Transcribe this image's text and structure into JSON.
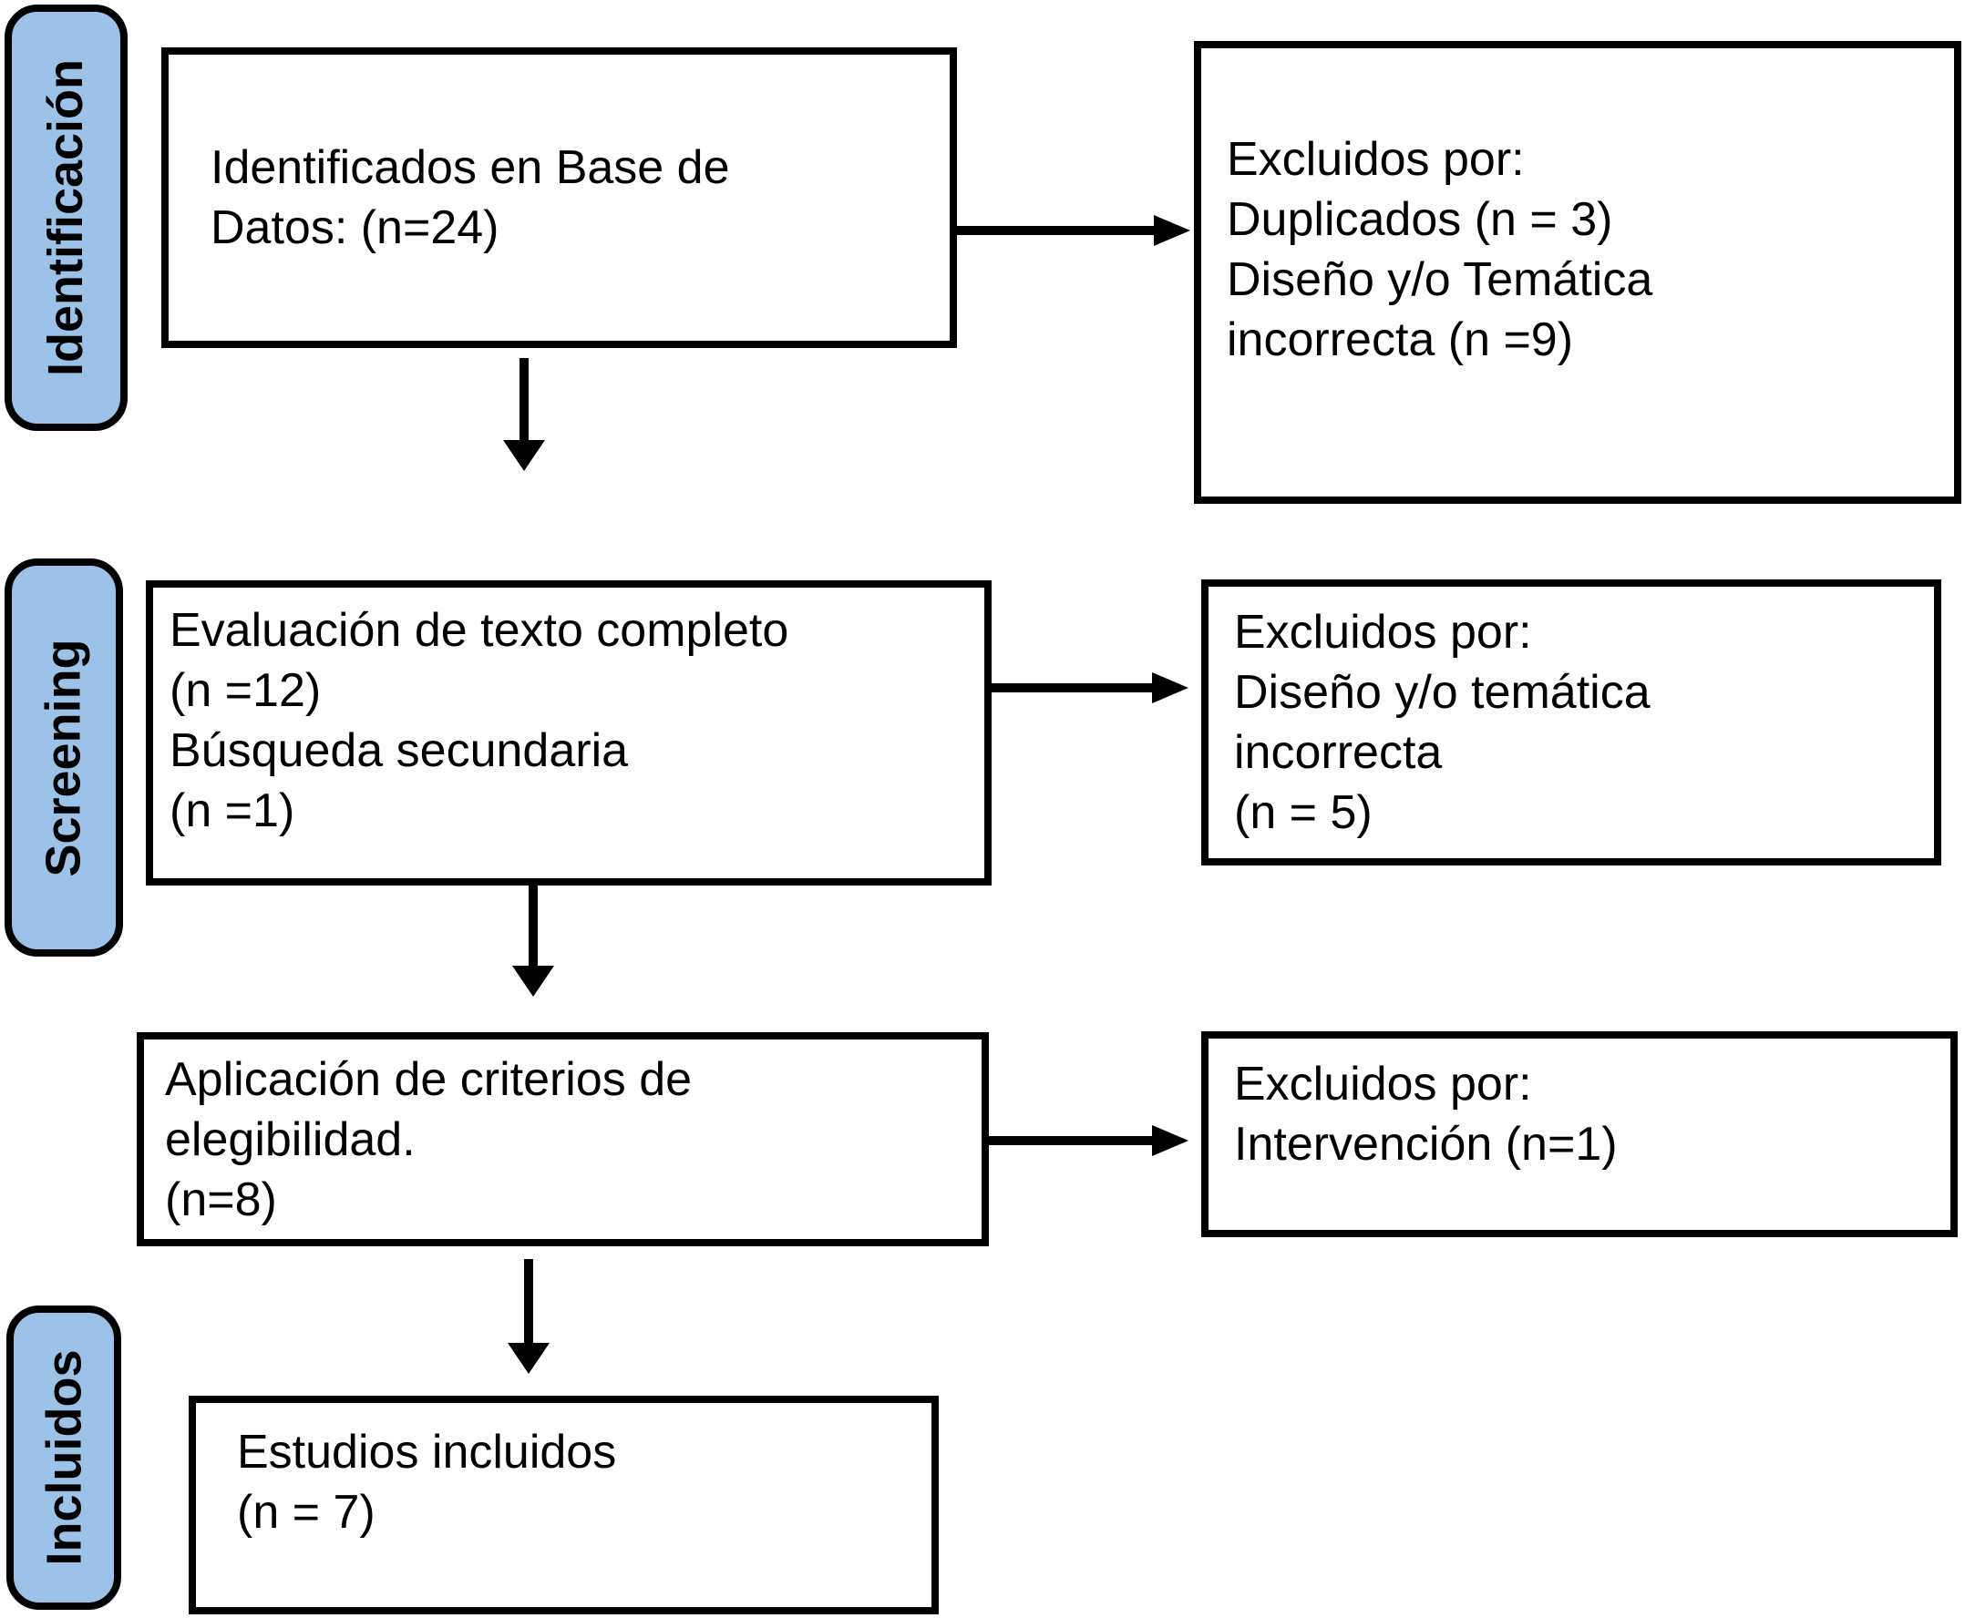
{
  "flow": {
    "stages": [
      {
        "label": "Identificación"
      },
      {
        "label": "Screening"
      },
      {
        "label": "Incluidos"
      }
    ],
    "main_boxes": [
      {
        "lines": [
          "Identificados en Base de",
          "Datos: (n=24)"
        ]
      },
      {
        "lines": [
          "Evaluación de texto completo",
          "(n =12)",
          "Búsqueda secundaria",
          "(n =1)"
        ]
      },
      {
        "lines": [
          "Aplicación de criterios de",
          "elegibilidad.",
          "(n=8)"
        ]
      },
      {
        "lines": [
          "Estudios incluidos",
          "(n = 7)"
        ]
      }
    ],
    "exclusion_boxes": [
      {
        "lines": [
          "Excluidos por:",
          "Duplicados (n = 3)",
          "Diseño y/o Temática",
          "incorrecta (n =9)"
        ]
      },
      {
        "lines": [
          "Excluidos por:",
          "Diseño y/o temática",
          "incorrecta",
          "(n = 5)"
        ]
      },
      {
        "lines": [
          "Excluidos por:",
          "Intervención (n=1)"
        ]
      }
    ],
    "colors": {
      "stage_fill": "#9cc3e7",
      "border": "#000000",
      "box_fill": "#ffffff",
      "text": "#000000"
    }
  }
}
